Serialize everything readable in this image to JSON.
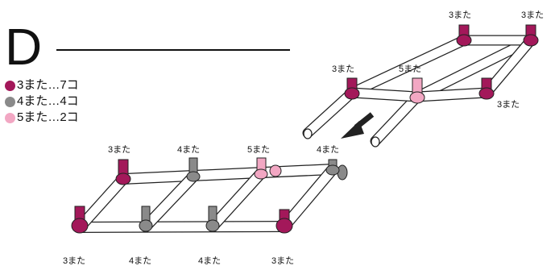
{
  "header": {
    "letter": "D"
  },
  "legend": [
    {
      "text": "3また…7コ",
      "color": "#a3185a"
    },
    {
      "text": "4また…4コ",
      "color": "#8a8a8a"
    },
    {
      "text": "5また…2コ",
      "color": "#f2a7c3"
    }
  ],
  "colors": {
    "three_way": "#a3185a",
    "four_way": "#8a8a8a",
    "five_way": "#f2a7c3",
    "pipe": "#ffffff",
    "arrow": "#222222"
  },
  "upper_frame": {
    "labels": {
      "back_left": "3また",
      "back_right": "3また",
      "front_left": "3また",
      "middle": "5また",
      "right": "3また"
    }
  },
  "lower_frame": {
    "top_labels": [
      "3また",
      "4また",
      "5また",
      "4また"
    ],
    "bottom_labels": [
      "3また",
      "4また",
      "4また",
      "3また"
    ]
  },
  "arrow": {
    "icon": "down-left-arrow-icon"
  }
}
